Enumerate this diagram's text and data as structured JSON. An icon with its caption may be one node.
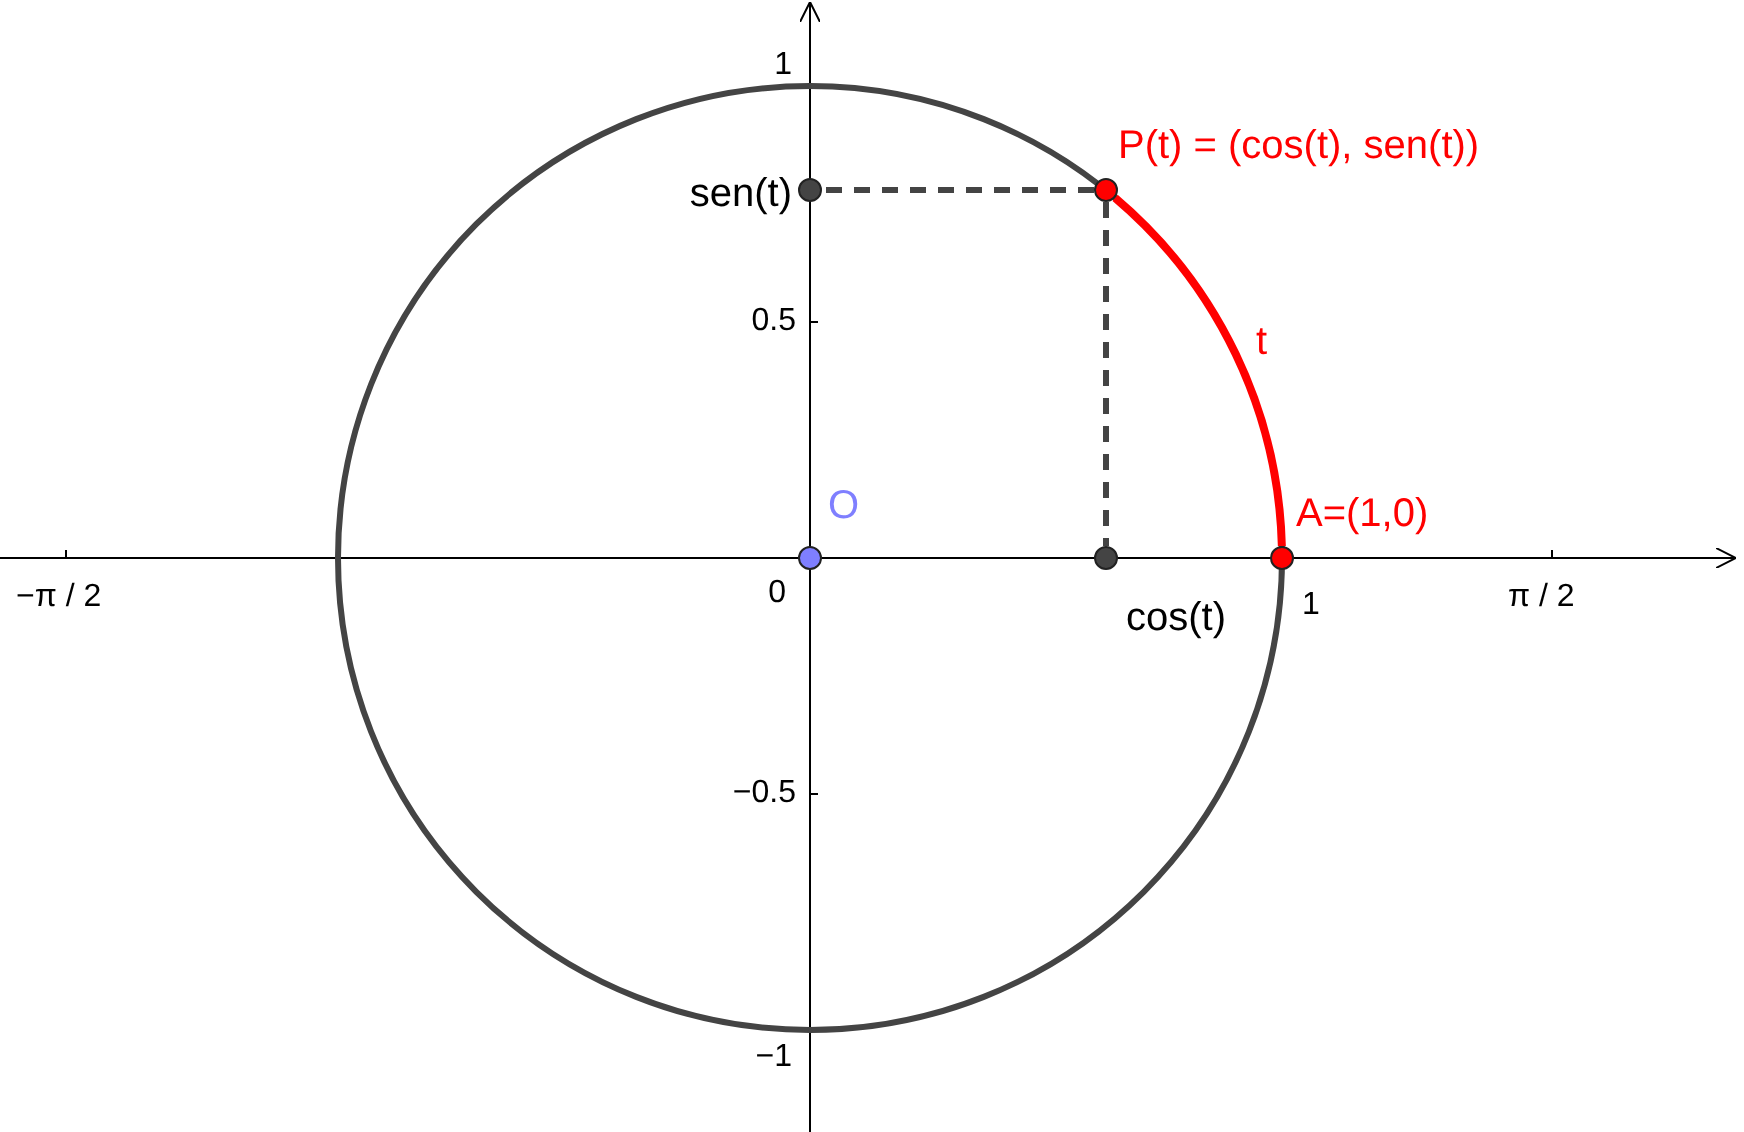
{
  "diagram": {
    "nodes": [
      {
        "text": [
          "P(t) = (cos(t), sen(t))"
        ]
      },
      {
        "text": [
          "sen(t)"
        ]
      },
      {
        "text": [
          "O"
        ]
      },
      {
        "text": [
          "cos(t)"
        ]
      },
      {
        "text": [
          "A=(1,0)"
        ]
      }
    ],
    "edges": [
      {
        "from": 0,
        "to": 1,
        "arrow": "none",
        "style": "dashed"
      },
      {
        "from": 0,
        "to": 3,
        "arrow": "none",
        "style": "dashed"
      },
      {
        "from": 4,
        "to": 0,
        "arrow": "none",
        "label": "t",
        "color": "#ff0000"
      }
    ],
    "labels": [
      "1",
      "0.5",
      "−π / 2",
      "0",
      "1",
      "π / 2",
      "−0.5",
      "−1"
    ]
  }
}
